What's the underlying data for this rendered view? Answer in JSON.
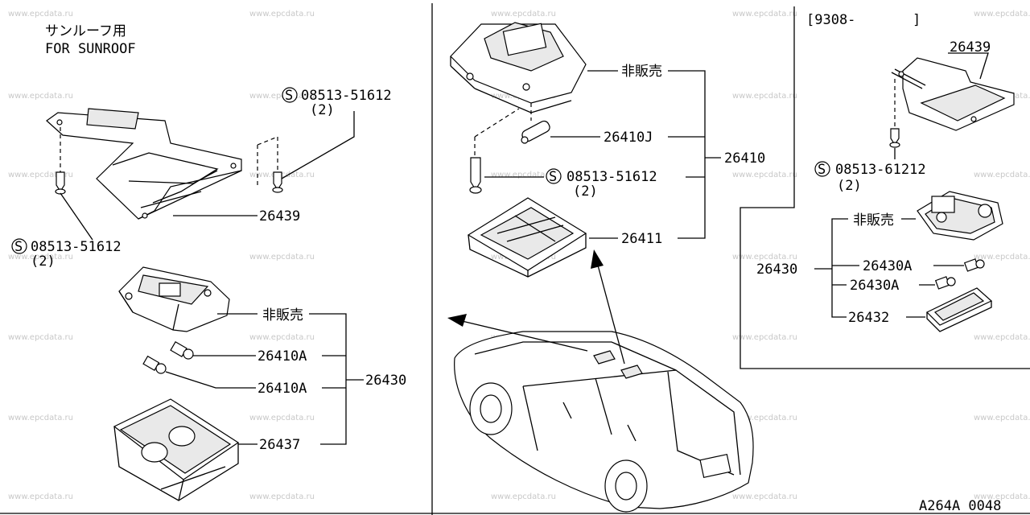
{
  "watermark": "www.epcdata.ru",
  "diagram_id": "A264A 0048",
  "sunroof": {
    "title_jp": "サンルーフ用",
    "title_en": "FOR SUNROOF",
    "screw_top": "08513-51612",
    "screw_top_qty": "(2)",
    "screw_left": "08513-51612",
    "screw_left_qty": "(2)",
    "bracket": "26439",
    "not_sold": "非販売",
    "bulb_a1": "26410A",
    "bulb_a2": "26410A",
    "assy": "26430",
    "lens": "26437"
  },
  "standard": {
    "not_sold": "非販売",
    "bulb": "26410J",
    "screw": "08513-51612",
    "screw_qty": "(2)",
    "assy": "26410",
    "lens": "26411"
  },
  "from_date": {
    "bracket_date": "[9308-",
    "bracket_close": "]",
    "bracket": "26439",
    "screw": "08513-61212",
    "screw_qty": "(2)",
    "not_sold": "非販売",
    "assy": "26430",
    "bulb_a1": "26430A",
    "bulb_a2": "26430A",
    "lens": "26432"
  },
  "screw_symbol": "S"
}
